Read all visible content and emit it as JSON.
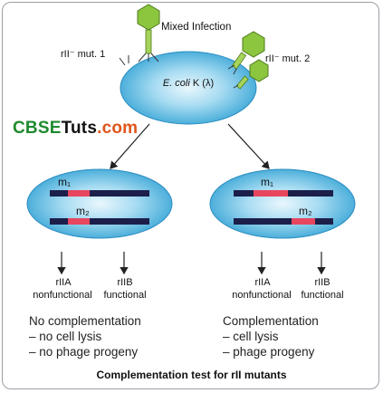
{
  "title": "Mixed Infection",
  "mutant1": "rII⁻ mut. 1",
  "mutant2": "rII⁻ mut. 2",
  "host_species": "E. coli",
  "host_strain": "K (λ)",
  "watermark": {
    "part1": "CBSE",
    "part2": "Tuts",
    "part3": ".com"
  },
  "left_cell": {
    "m1": "m₁",
    "m2": "m₂",
    "gene_a": {
      "name": "rIIA",
      "status": "nonfunctional"
    },
    "gene_b": {
      "name": "rIIB",
      "status": "functional"
    },
    "result_title": "No complementation",
    "result_lines": [
      "– no cell lysis",
      "– no phage progeny"
    ]
  },
  "right_cell": {
    "m1": "m₁",
    "m2": "m₂",
    "gene_a": {
      "name": "rIIA",
      "status": "nonfunctional"
    },
    "gene_b": {
      "name": "rIIB",
      "status": "functional"
    },
    "result_title": "Complementation",
    "result_lines": [
      "– cell lysis",
      "– phage progeny"
    ]
  },
  "caption": "Complementation test for rII mutants",
  "colors": {
    "cell_fill": "#4fb3e0",
    "chromosome": "#1b1f4a",
    "mutation": "#e8455e",
    "phage": "#8cc63f",
    "frame": "#9aa0a6"
  }
}
